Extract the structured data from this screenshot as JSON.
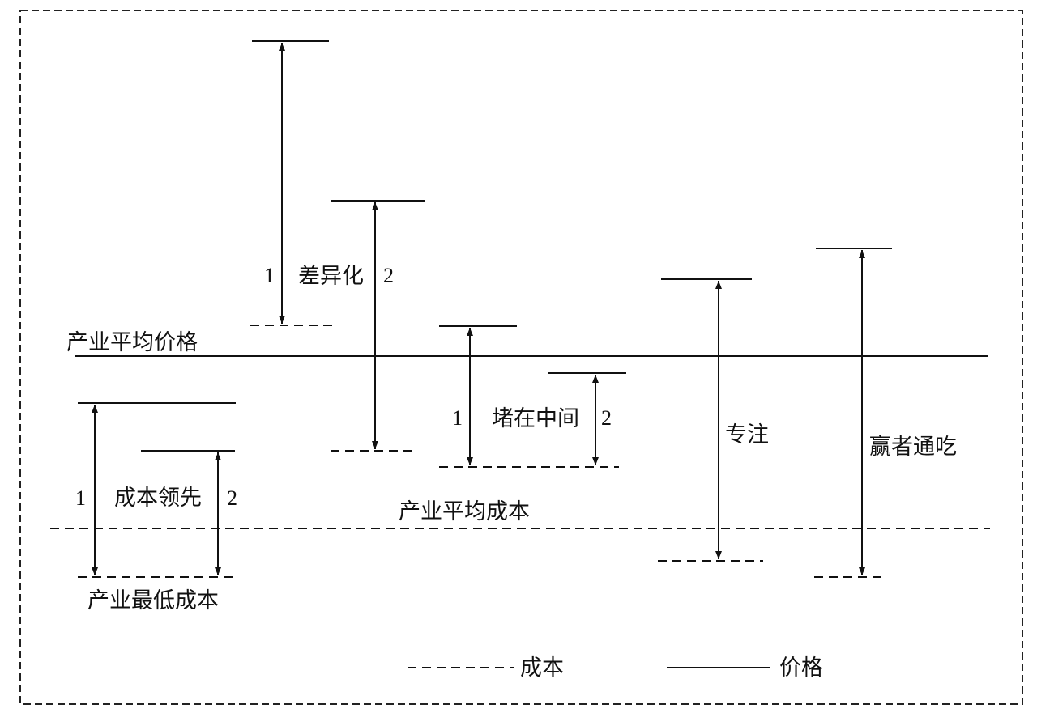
{
  "labels": {
    "industry_avg_price": "产业平均价格",
    "industry_avg_cost": "产业平均成本",
    "industry_min_cost": "产业最低成本"
  },
  "strategies": {
    "cost_leadership": {
      "name": "成本领先",
      "left_num": "1",
      "right_num": "2"
    },
    "differentiation": {
      "name": "差异化",
      "left_num": "1",
      "right_num": "2"
    },
    "stuck_in_middle": {
      "name": "堵在中间",
      "left_num": "1",
      "right_num": "2"
    },
    "focus": {
      "name": "专注"
    },
    "winner_takes_all": {
      "name": "赢者通吃"
    }
  },
  "legend": {
    "cost": "成本",
    "price": "价格"
  }
}
